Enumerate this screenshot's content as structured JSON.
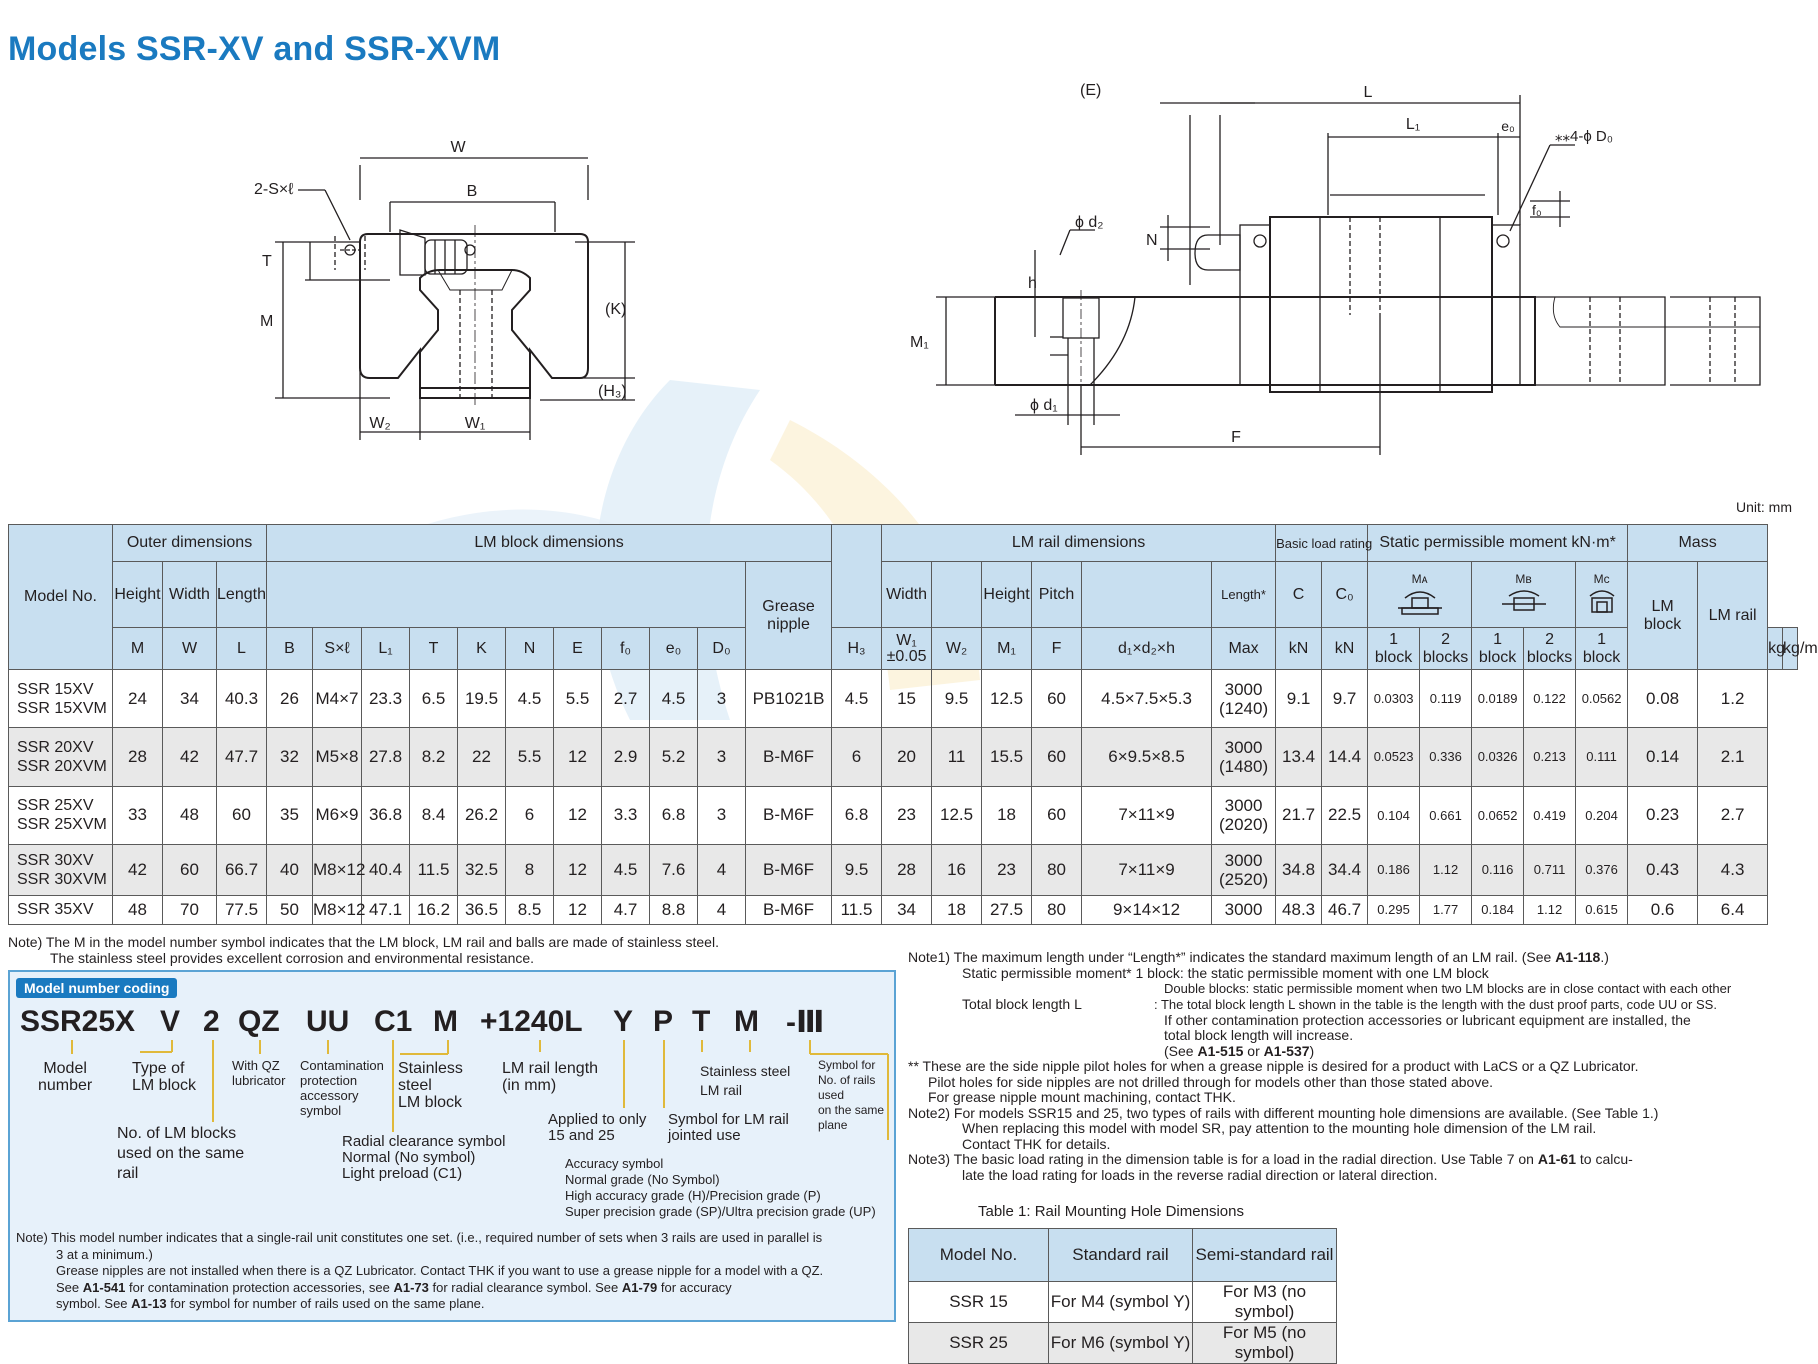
{
  "title": "Models SSR-XV and SSR-XVM",
  "unit": "Unit: mm",
  "drawing_labels": {
    "W": "W",
    "B": "B",
    "S": "2-S×ℓ",
    "T": "T",
    "M": "M",
    "K": "(K)",
    "H3": "(H₃)",
    "W2": "W₂",
    "W1": "W₁",
    "E": "(E)",
    "L": "L",
    "L1": "L₁",
    "e0": "e₀",
    "D0": "⁎⁎4-ϕ D₀",
    "f0": "f₀",
    "N": "N",
    "d2": "ϕ d₂",
    "h": "h",
    "M1": "M₁",
    "d1": "ϕ d₁",
    "F": "F"
  },
  "spec": {
    "groups": {
      "model": "Model No.",
      "outer": "Outer dimensions",
      "block": "LM block dimensions",
      "rail": "LM rail dimensions",
      "load": "Basic load rating",
      "moment": "Static permissible moment kN·m*",
      "mass": "Mass"
    },
    "heads": {
      "height": "Height",
      "width": "Width",
      "length": "Length",
      "grease": "Grease nipple",
      "rwidth": "Width",
      "rheight": "Height",
      "pitch": "Pitch",
      "rlength": "Length*",
      "C": "C",
      "C0": "C₀",
      "MA": "Mᴀ",
      "MB": "Mʙ",
      "MC": "Mᴄ",
      "lmblock": "LM block",
      "lmrail": "LM rail"
    },
    "syms": {
      "M": "M",
      "W": "W",
      "L": "L",
      "B": "B",
      "S": "S×ℓ",
      "L1": "L₁",
      "T": "T",
      "K": "K",
      "N": "N",
      "E": "E",
      "f0": "f₀",
      "e0": "e₀",
      "D0": "D₀",
      "H3": "H₃",
      "W1": "W₁",
      "W1tol": "±0.05",
      "W2": "W₂",
      "M1": "M₁",
      "F": "F",
      "d": "d₁×d₂×h",
      "max": "Max",
      "kN1": "kN",
      "kN2": "kN",
      "kg": "kg",
      "kgm": "kg/m"
    },
    "blocks": {
      "b1a": "1",
      "b1b": "block",
      "b2a": "2",
      "b2b": "blocks"
    },
    "rows": [
      {
        "m1": "SSR 15XV",
        "m2": "SSR 15XVM",
        "M": "24",
        "W": "34",
        "L": "40.3",
        "B": "26",
        "S": "M4×7",
        "L1": "23.3",
        "T": "6.5",
        "K": "19.5",
        "N": "4.5",
        "E": "5.5",
        "f0": "2.7",
        "e0": "4.5",
        "D0": "3",
        "g": "PB1021B",
        "H3": "4.5",
        "W1": "15",
        "W2": "9.5",
        "M1": "12.5",
        "F": "60",
        "d": "4.5×7.5×5.3",
        "l1": "3000",
        "l2": "(1240)",
        "C": "9.1",
        "C0": "9.7",
        "MA1": "0.0303",
        "MA2": "0.119",
        "MB1": "0.0189",
        "MB2": "0.122",
        "MC": "0.0562",
        "kg": "0.08",
        "kgm": "1.2"
      },
      {
        "m1": "SSR 20XV",
        "m2": "SSR 20XVM",
        "M": "28",
        "W": "42",
        "L": "47.7",
        "B": "32",
        "S": "M5×8",
        "L1": "27.8",
        "T": "8.2",
        "K": "22",
        "N": "5.5",
        "E": "12",
        "f0": "2.9",
        "e0": "5.2",
        "D0": "3",
        "g": "B-M6F",
        "H3": "6",
        "W1": "20",
        "W2": "11",
        "M1": "15.5",
        "F": "60",
        "d": "6×9.5×8.5",
        "l1": "3000",
        "l2": "(1480)",
        "C": "13.4",
        "C0": "14.4",
        "MA1": "0.0523",
        "MA2": "0.336",
        "MB1": "0.0326",
        "MB2": "0.213",
        "MC": "0.111",
        "kg": "0.14",
        "kgm": "2.1"
      },
      {
        "m1": "SSR 25XV",
        "m2": "SSR 25XVM",
        "M": "33",
        "W": "48",
        "L": "60",
        "B": "35",
        "S": "M6×9",
        "L1": "36.8",
        "T": "8.4",
        "K": "26.2",
        "N": "6",
        "E": "12",
        "f0": "3.3",
        "e0": "6.8",
        "D0": "3",
        "g": "B-M6F",
        "H3": "6.8",
        "W1": "23",
        "W2": "12.5",
        "M1": "18",
        "F": "60",
        "d": "7×11×9",
        "l1": "3000",
        "l2": "(2020)",
        "C": "21.7",
        "C0": "22.5",
        "MA1": "0.104",
        "MA2": "0.661",
        "MB1": "0.0652",
        "MB2": "0.419",
        "MC": "0.204",
        "kg": "0.23",
        "kgm": "2.7"
      },
      {
        "m1": "SSR 30XV",
        "m2": "SSR 30XVM",
        "M": "42",
        "W": "60",
        "L": "66.7",
        "B": "40",
        "S": "M8×12",
        "L1": "40.4",
        "T": "11.5",
        "K": "32.5",
        "N": "8",
        "E": "12",
        "f0": "4.5",
        "e0": "7.6",
        "D0": "4",
        "g": "B-M6F",
        "H3": "9.5",
        "W1": "28",
        "W2": "16",
        "M1": "23",
        "F": "80",
        "d": "7×11×9",
        "l1": "3000",
        "l2": "(2520)",
        "C": "34.8",
        "C0": "34.4",
        "MA1": "0.186",
        "MA2": "1.12",
        "MB1": "0.116",
        "MB2": "0.711",
        "MC": "0.376",
        "kg": "0.43",
        "kgm": "4.3"
      },
      {
        "m1": "SSR 35XV",
        "m2": "",
        "M": "48",
        "W": "70",
        "L": "77.5",
        "B": "50",
        "S": "M8×12",
        "L1": "47.1",
        "T": "16.2",
        "K": "36.5",
        "N": "8.5",
        "E": "12",
        "f0": "4.7",
        "e0": "8.8",
        "D0": "4",
        "g": "B-M6F",
        "H3": "11.5",
        "W1": "34",
        "W2": "18",
        "M1": "27.5",
        "F": "80",
        "d": "9×14×12",
        "l1": "3000",
        "l2": "",
        "C": "48.3",
        "C0": "46.7",
        "MA1": "0.295",
        "MA2": "1.77",
        "MB1": "0.184",
        "MB2": "1.12",
        "MC": "0.615",
        "kg": "0.6",
        "kgm": "6.4"
      }
    ]
  },
  "note_left": [
    "Note) The M in the model number symbol indicates that the LM block, LM rail and balls are made of stainless steel.",
    "The stainless steel provides excellent corrosion and environmental resistance."
  ],
  "coding": {
    "tag": "Model number coding",
    "codes": {
      "c1": "SSR25X",
      "c2": "V",
      "c3": "2",
      "c4": "QZ",
      "c5": "UU",
      "c6": "C1",
      "c7": "M",
      "c8": "+1240L",
      "c9": "Y",
      "c10": "P",
      "c11": "T",
      "c12": "M",
      "c13": "-Ⅲ"
    },
    "labels": {
      "model": [
        "Model",
        "number"
      ],
      "type": [
        "Type of",
        "LM block"
      ],
      "qz": [
        "With QZ",
        "lubricator"
      ],
      "contam": [
        "Contamination",
        "protection",
        "accessory",
        "symbol"
      ],
      "stainless": [
        "Stainless",
        "steel",
        "LM block"
      ],
      "raillen": [
        "LM rail length",
        "(in mm)"
      ],
      "ssrail": [
        "Stainless steel",
        "LM rail"
      ],
      "symrails": [
        "Symbol for",
        "No. of rails",
        "used",
        "on the same",
        "plane"
      ],
      "nblocks": [
        "No. of LM blocks",
        "used on the same",
        "rail"
      ],
      "applied": [
        "Applied to only",
        "15 and 25"
      ],
      "jointed": [
        "Symbol for LM rail",
        "jointed use"
      ],
      "radial": [
        "Radial clearance symbol",
        "Normal (No symbol)",
        "Light preload (C1)"
      ],
      "accuracy": [
        "Accuracy symbol",
        "Normal grade (No Symbol)",
        "High accuracy grade (H)/Precision grade (P)",
        "Super precision grade (SP)/Ultra precision grade (UP)"
      ]
    },
    "note": [
      "Note) This model number indicates that a single-rail unit constitutes one set. (i.e., required number of sets when 3 rails are used in parallel is",
      "3 at a minimum.)",
      "Grease nipples are not installed when there is a QZ Lubricator. Contact THK if you want to use a grease nipple for a model with a QZ."
    ],
    "note2a": "See ",
    "ref1": "A1-541",
    "note2b": " for contamination protection accessories, see ",
    "ref2": "A1-73",
    "note2c": " for radial clearance symbol. See ",
    "ref3": "A1-79",
    "note2d": " for accuracy",
    "note3a": "symbol. See ",
    "ref4": "A1-13",
    "note3b": " for symbol for number of rails used on the same plane."
  },
  "notes_right": {
    "n1a": "Note1) The maximum length under “Length*” indicates the standard maximum length of an LM rail. (See ",
    "n1ref": "A1-118",
    "n1b": ".)",
    "n2": "Static permissible moment*  1 block: the static permissible moment with one LM block",
    "n3": "Double blocks: static permissible moment when two LM blocks are in close contact with each other",
    "n4": "Total block length L",
    "n5": ": The total block length L shown in the table is the length with the dust proof parts, code UU or SS.",
    "n6": "If other contamination protection accessories or lubricant equipment are installed, the",
    "n7": "total block length will increase.",
    "n8a": "(See ",
    "n8ref1": "A1-515",
    "n8b": " or ",
    "n8ref2": "A1-537",
    "n8c": ")",
    "n9": "** These are the side nipple pilot holes for when a grease nipple is desired for a product with LaCS or a QZ Lubricator.",
    "n10": "Pilot holes for side nipples are not drilled through for models other than those stated above.",
    "n11": "For grease nipple mount machining, contact THK.",
    "n12": "Note2) For models SSR15 and 25, two types of rails with different mounting hole dimensions are available. (See Table 1.)",
    "n13": "When replacing this model with model SR, pay attention to the mounting hole dimension of the LM rail.",
    "n14": "Contact THK for details.",
    "n15a": "Note3) The basic load rating in the dimension table is for a load in the radial direction. Use Table 7 on ",
    "n15ref": "A1-61",
    "n15b": " to calcu-",
    "n16": "late the load rating for loads in the reverse radial direction or lateral direction."
  },
  "rail_table": {
    "caption": "Table 1: Rail Mounting Hole Dimensions",
    "headers": [
      "Model No.",
      "Standard rail",
      "Semi-standard rail"
    ],
    "rows": [
      [
        "SSR 15",
        "For M4 (symbol Y)",
        "For M3 (no symbol)"
      ],
      [
        "SSR 25",
        "For M6 (symbol Y)",
        "For M5 (no symbol)"
      ]
    ]
  }
}
